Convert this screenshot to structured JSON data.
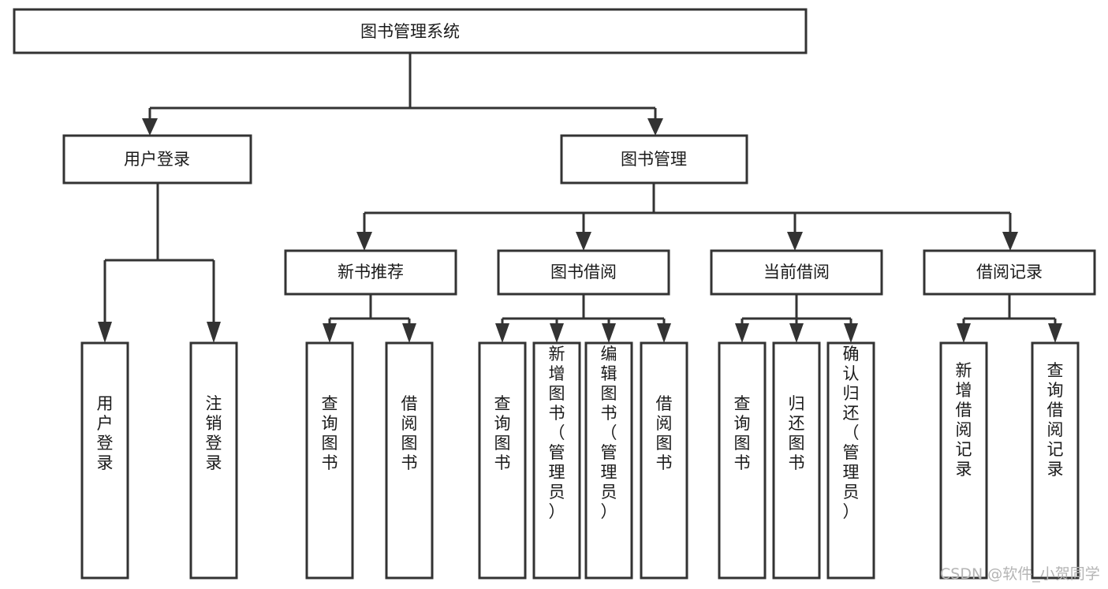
{
  "diagram": {
    "title": "图书管理系统",
    "type": "hierarchy-tree",
    "orientation": "top-down",
    "colors": {
      "background": "#ffffff",
      "box_fill": "#ffffff",
      "box_border": "#333333",
      "connector": "#333333",
      "text": "#1a1a1a",
      "watermark": "#b4b4b4"
    },
    "root": {
      "id": "root",
      "label": "图书管理系统",
      "text_orientation": "horizontal"
    },
    "level2": [
      {
        "id": "user-login",
        "label": "用户登录",
        "text_orientation": "horizontal"
      },
      {
        "id": "book-management",
        "label": "图书管理",
        "text_orientation": "horizontal"
      }
    ],
    "level3": [
      {
        "id": "new-book-recommend",
        "label": "新书推荐",
        "parent": "book-management",
        "text_orientation": "horizontal"
      },
      {
        "id": "book-borrow",
        "label": "图书借阅",
        "parent": "book-management",
        "text_orientation": "horizontal"
      },
      {
        "id": "current-borrow",
        "label": "当前借阅",
        "parent": "book-management",
        "text_orientation": "horizontal"
      },
      {
        "id": "borrow-record",
        "label": "借阅记录",
        "parent": "book-management",
        "text_orientation": "horizontal"
      }
    ],
    "leaves": [
      {
        "id": "leaf-user-login",
        "label": "用户登录",
        "parent": "user-login",
        "text_orientation": "vertical"
      },
      {
        "id": "leaf-logout-login",
        "label": "注销登录",
        "parent": "user-login",
        "text_orientation": "vertical"
      },
      {
        "id": "leaf-query-book-1",
        "label": "查询图书",
        "parent": "new-book-recommend",
        "text_orientation": "vertical"
      },
      {
        "id": "leaf-borrow-book-1",
        "label": "借阅图书",
        "parent": "new-book-recommend",
        "text_orientation": "vertical"
      },
      {
        "id": "leaf-query-book-2",
        "label": "查询图书",
        "parent": "book-borrow",
        "text_orientation": "vertical"
      },
      {
        "id": "leaf-add-book-admin",
        "label": "新增图书（管理员）",
        "parent": "book-borrow",
        "text_orientation": "vertical"
      },
      {
        "id": "leaf-edit-book-admin",
        "label": "编辑图书（管理员）",
        "parent": "book-borrow",
        "text_orientation": "vertical"
      },
      {
        "id": "leaf-borrow-book-2",
        "label": "借阅图书",
        "parent": "book-borrow",
        "text_orientation": "vertical"
      },
      {
        "id": "leaf-query-book-3",
        "label": "查询图书",
        "parent": "current-borrow",
        "text_orientation": "vertical"
      },
      {
        "id": "leaf-return-book",
        "label": "归还图书",
        "parent": "current-borrow",
        "text_orientation": "vertical"
      },
      {
        "id": "leaf-confirm-return-admin",
        "label": "确认归还（管理员）",
        "parent": "current-borrow",
        "text_orientation": "vertical"
      },
      {
        "id": "leaf-add-borrow-record",
        "label": "新增借阅记录",
        "parent": "borrow-record",
        "text_orientation": "vertical"
      },
      {
        "id": "leaf-query-borrow-record",
        "label": "查询借阅记录",
        "parent": "borrow-record",
        "text_orientation": "vertical"
      }
    ]
  },
  "watermark": {
    "label": "CSDN @软件_小贺同学"
  }
}
